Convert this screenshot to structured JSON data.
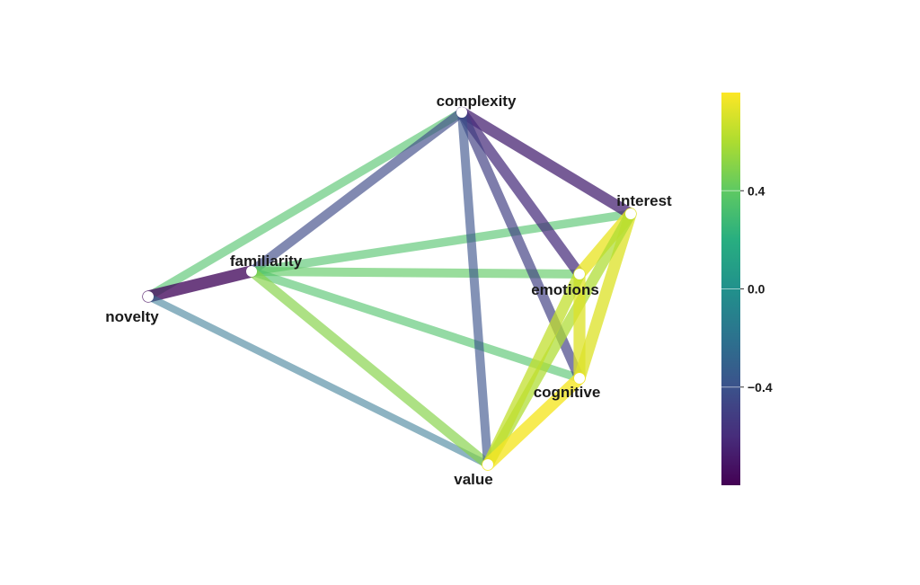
{
  "chart_data": {
    "type": "network",
    "nodes": [
      {
        "id": "complexity",
        "label": "complexity"
      },
      {
        "id": "interest",
        "label": "interest"
      },
      {
        "id": "familiarity",
        "label": "familiarity"
      },
      {
        "id": "emotions",
        "label": "emotions"
      },
      {
        "id": "novelty",
        "label": "novelty"
      },
      {
        "id": "cognitive",
        "label": "cognitive"
      },
      {
        "id": "value",
        "label": "value"
      }
    ],
    "edges": [
      {
        "source": "novelty",
        "target": "complexity",
        "weight": 0.35
      },
      {
        "source": "novelty",
        "target": "familiarity",
        "weight": -0.75
      },
      {
        "source": "novelty",
        "target": "value",
        "weight": -0.2
      },
      {
        "source": "familiarity",
        "target": "complexity",
        "weight": -0.45
      },
      {
        "source": "familiarity",
        "target": "interest",
        "weight": 0.35
      },
      {
        "source": "familiarity",
        "target": "emotions",
        "weight": 0.4
      },
      {
        "source": "familiarity",
        "target": "cognitive",
        "weight": 0.35
      },
      {
        "source": "familiarity",
        "target": "value",
        "weight": 0.5
      },
      {
        "source": "complexity",
        "target": "interest",
        "weight": -0.65
      },
      {
        "source": "complexity",
        "target": "emotions",
        "weight": -0.6
      },
      {
        "source": "complexity",
        "target": "cognitive",
        "weight": -0.5
      },
      {
        "source": "complexity",
        "target": "value",
        "weight": -0.4
      },
      {
        "source": "interest",
        "target": "emotions",
        "weight": 0.75
      },
      {
        "source": "interest",
        "target": "cognitive",
        "weight": 0.72
      },
      {
        "source": "interest",
        "target": "value",
        "weight": 0.6
      },
      {
        "source": "emotions",
        "target": "cognitive",
        "weight": 0.72
      },
      {
        "source": "emotions",
        "target": "value",
        "weight": 0.65
      },
      {
        "source": "cognitive",
        "target": "value",
        "weight": 0.78
      }
    ],
    "colorbar": {
      "colormap": "viridis",
      "range": [
        -0.8,
        0.8
      ],
      "ticks": [
        -0.4,
        0.0,
        0.4
      ],
      "tick_labels": [
        "−0.4",
        "0.0",
        "0.4"
      ]
    }
  }
}
